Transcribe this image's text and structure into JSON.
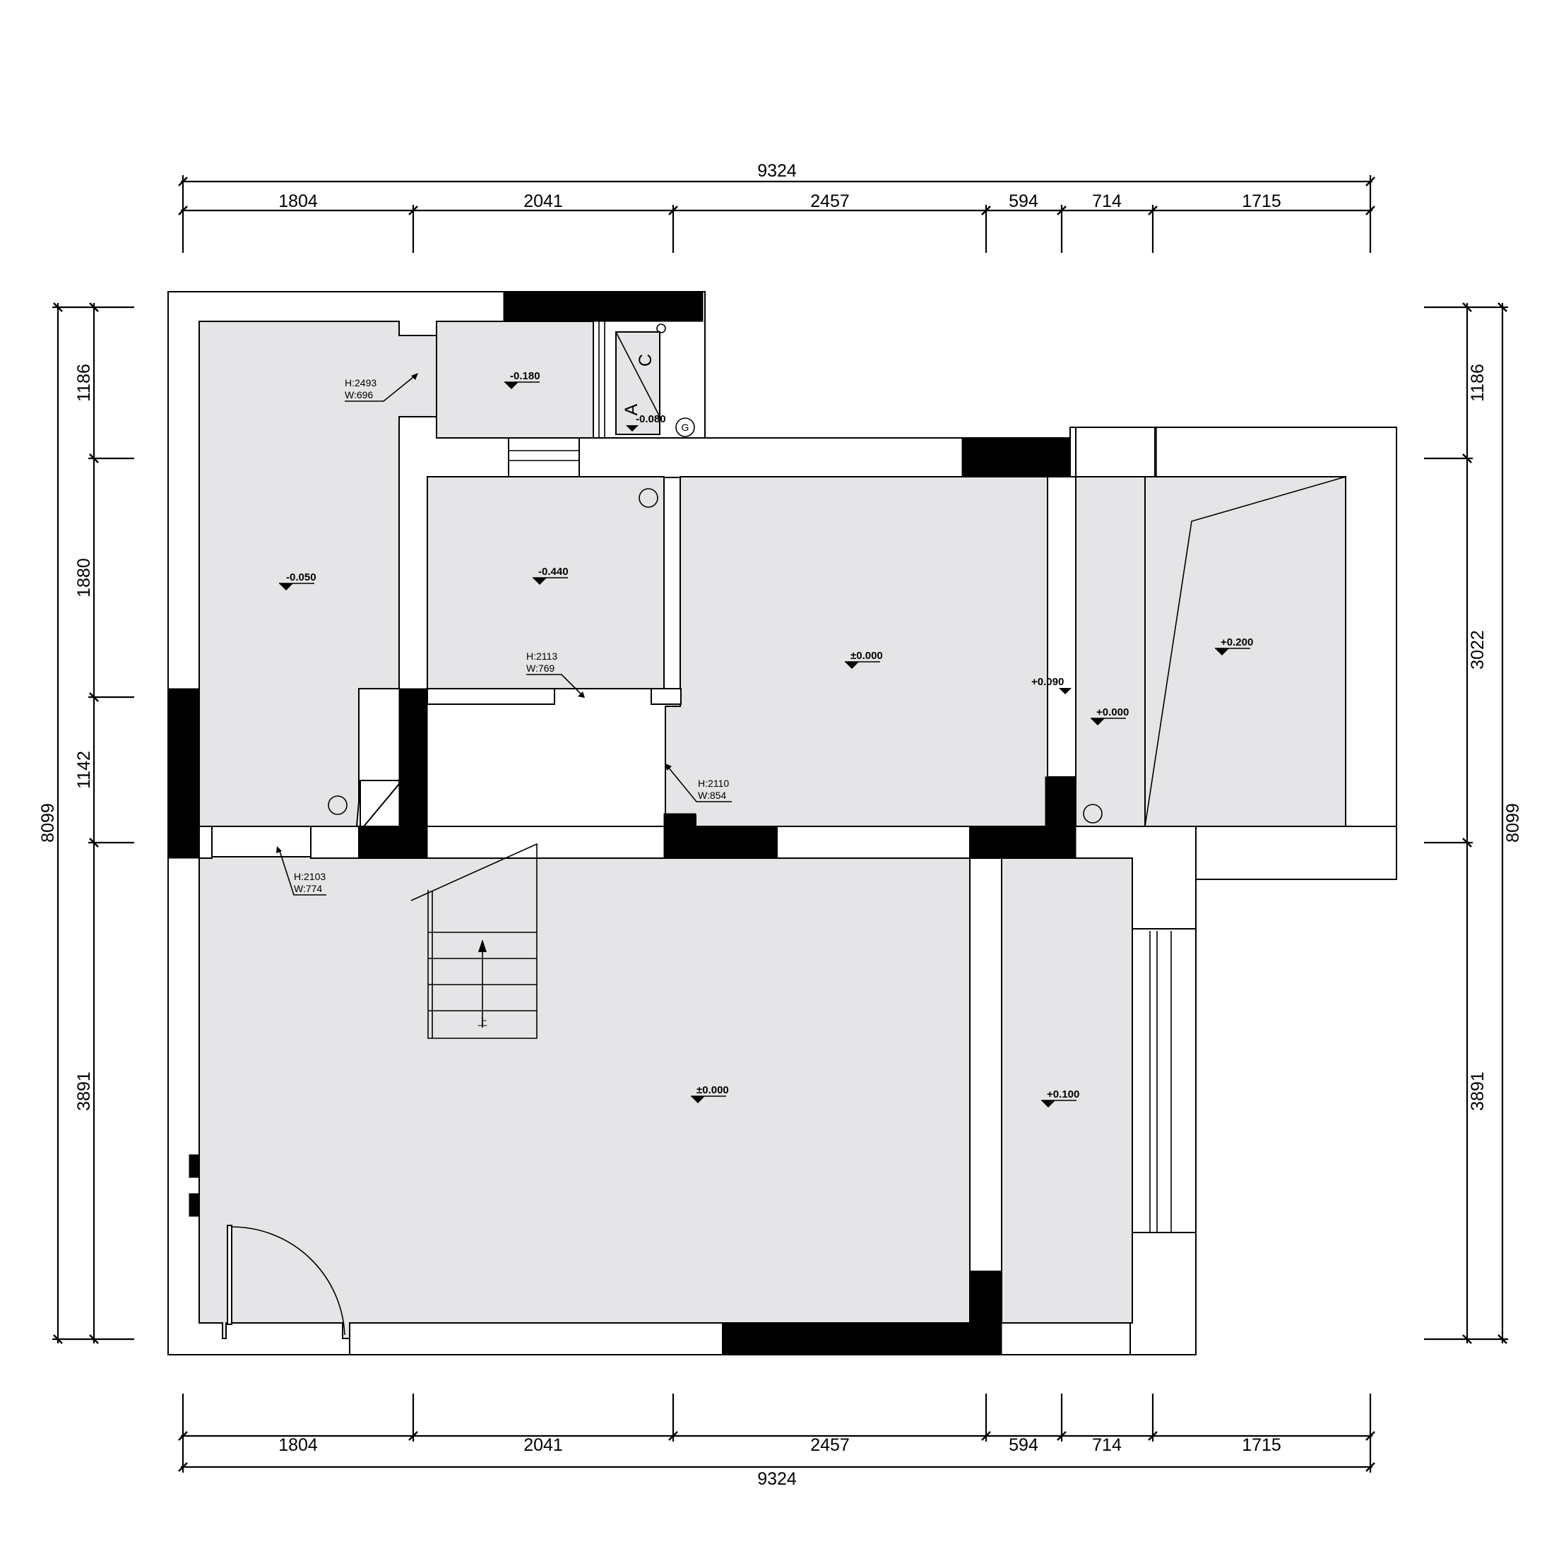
{
  "dimensions": {
    "top_total": "9324",
    "top_segments": [
      "1804",
      "2041",
      "2457",
      "594",
      "714",
      "1715"
    ],
    "bottom_total": "9324",
    "bottom_segments": [
      "1804",
      "2041",
      "2457",
      "594",
      "714",
      "1715"
    ],
    "left_total": "8099",
    "left_segments": [
      "1186",
      "1880",
      "1142",
      "3891"
    ],
    "right_total": "8099",
    "right_segments": [
      "1186",
      "3022",
      "3891"
    ]
  },
  "levels": {
    "bedroom_left": "-0.050",
    "bath_top": "-0.180",
    "shaft": "-0.080",
    "study": "-0.440",
    "dining": "±0.000",
    "step": "+0.090",
    "corridor": "+0.000",
    "balcony": "+0.200",
    "living": "±0.000",
    "side_room": "+0.100"
  },
  "openings": {
    "door_a": {
      "h": "H:2493",
      "w": "W:696"
    },
    "door_b": {
      "h": "H:2113",
      "w": "W:769"
    },
    "door_c": {
      "h": "H:2110",
      "w": "W:854"
    },
    "door_d": {
      "h": "H:2103",
      "w": "W:774"
    }
  },
  "symbols": {
    "shaft_letters": [
      "A",
      "C"
    ],
    "gas_mark": "G",
    "stair_label": "上"
  }
}
